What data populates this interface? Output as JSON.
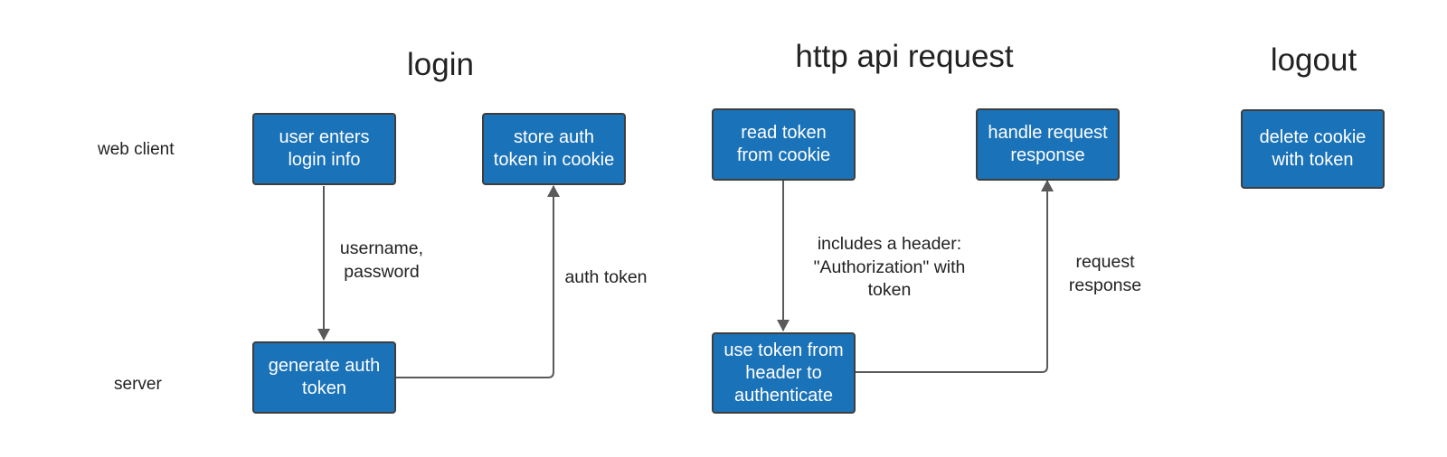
{
  "titles": {
    "login": "login",
    "http": "http api request",
    "logout": "logout"
  },
  "lanes": {
    "client": "web client",
    "server": "server"
  },
  "boxes": {
    "user_enters": "user enters\nlogin info",
    "generate_token": "generate auth\ntoken",
    "store_token": "store auth\ntoken in cookie",
    "read_token": "read token\nfrom cookie",
    "use_token": "use token from\nheader to\nauthenticate",
    "handle_response": "handle request\nresponse",
    "delete_cookie": "delete cookie\nwith token"
  },
  "edge_labels": {
    "credentials": "username,\npassword",
    "auth_token": "auth token",
    "header": "includes a header:\n\"Authorization\" with\ntoken",
    "response": "request\nresponse"
  },
  "colors": {
    "box_fill": "#1a72b8",
    "box_border": "#3e3e3e",
    "connector": "#5a5a5a"
  }
}
